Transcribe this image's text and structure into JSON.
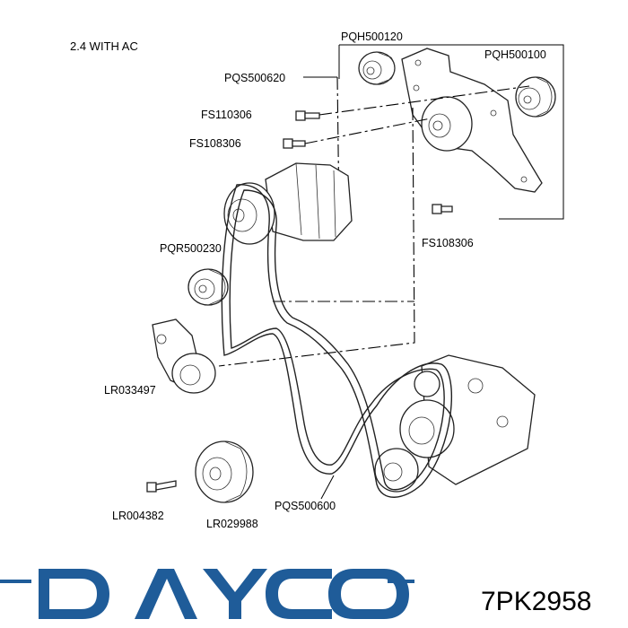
{
  "title": "2.4 WITH AC",
  "labels": {
    "pqh500120": "PQH500120",
    "pqh500100": "PQH500100",
    "pqs500620": "PQS500620",
    "fs110306": "FS110306",
    "fs108306_a": "FS108306",
    "fs108306_b": "FS108306",
    "pqr500230": "PQR500230",
    "lr033497": "LR033497",
    "lr004382": "LR004382",
    "lr029988": "LR029988",
    "pqs500600": "PQS500600"
  },
  "brand": {
    "name": "DAYCO",
    "color": "#1f5c99"
  },
  "part_number": "7PK2958"
}
